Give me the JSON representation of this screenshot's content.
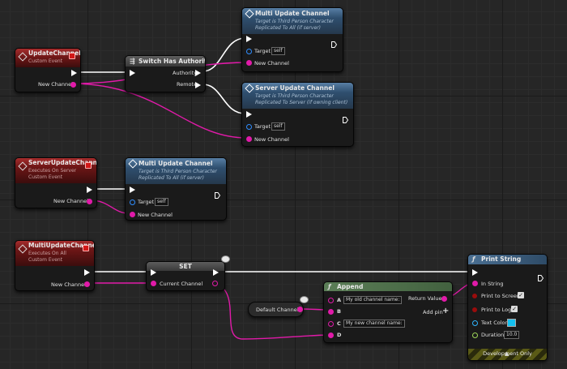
{
  "nodes": {
    "update_channel": {
      "title": "UpdateChannel",
      "subtitle": "Custom Event",
      "pin_new_channel": "New Channel"
    },
    "switch_authority": {
      "title": "Switch Has Authority",
      "pin_authority": "Authority",
      "pin_remote": "Remote"
    },
    "multi_update_1": {
      "title": "Multi Update Channel",
      "sub1": "Target is Third Person Character",
      "sub2": "Replicated To All (if server)",
      "pin_target": "Target",
      "target_value": "self",
      "pin_new_channel": "New Channel"
    },
    "server_update": {
      "title": "Server Update Channel",
      "sub1": "Target is Third Person Character",
      "sub2": "Replicated To Server (if owning client)",
      "pin_target": "Target",
      "target_value": "self",
      "pin_new_channel": "New Channel"
    },
    "server_update_event": {
      "title": "ServerUpdateChannel",
      "sub1": "Executes On Server",
      "sub2": "Custom Event",
      "pin_new_channel": "New Channel"
    },
    "multi_update_2": {
      "title": "Multi Update Channel",
      "sub1": "Target is Third Person Character",
      "sub2": "Replicated To All (if server)",
      "pin_target": "Target",
      "target_value": "self",
      "pin_new_channel": "New Channel"
    },
    "multi_update_event": {
      "title": "MultiUpdateChannel",
      "sub1": "Executes On All",
      "sub2": "Custom Event",
      "pin_new_channel": "New Channel"
    },
    "set_node": {
      "title": "SET",
      "pin_current_channel": "Current Channel"
    },
    "default_channel": {
      "label": "Default Channel"
    },
    "append": {
      "title": "Append",
      "pin_a": "A",
      "a_value": "My old channel name:",
      "pin_b": "B",
      "pin_c": "C",
      "c_value": "My new channel name:",
      "pin_d": "D",
      "return_value": "Return Value",
      "add_pin": "Add pin"
    },
    "print_string": {
      "title": "Print String",
      "pin_in_string": "In String",
      "pin_print_screen": "Print to Screen",
      "pin_print_log": "Print to Log",
      "pin_text_color": "Text Color",
      "pin_duration": "Duration",
      "duration_value": "10.0",
      "dev_only": "Development Only"
    }
  },
  "colors": {
    "string_pin": "#e11aa9",
    "exec_wire": "#ffffff",
    "text_color_swatch": "#14c0ef",
    "event_header": "#a72d2d",
    "function_header": "#587fa5"
  },
  "icons": {
    "event": "diamond-icon",
    "function": "function-f-icon",
    "add": "plus-icon",
    "expand": "chevron-down-icon"
  }
}
